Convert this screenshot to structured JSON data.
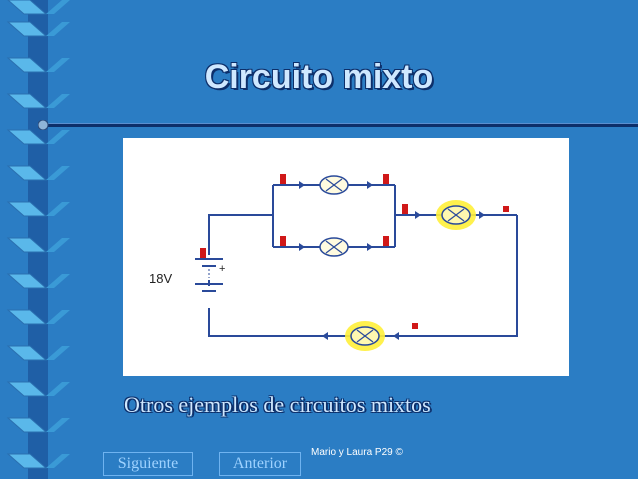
{
  "slide": {
    "title": "Circuito mixto",
    "subtitle": "Otros ejemplos de circuitos mixtos",
    "credit": "Mario y Laura P29 ©"
  },
  "nav": {
    "next_label": "Siguiente",
    "prev_label": "Anterior"
  },
  "circuit": {
    "voltage_label": "18V",
    "battery_plus": "+"
  },
  "colors": {
    "background": "#2b7dc4",
    "title_text": "#cfe8ff",
    "wire": "#2a4a9a",
    "lamp_glow": "#ffef3a",
    "terminal": "#d01818"
  }
}
